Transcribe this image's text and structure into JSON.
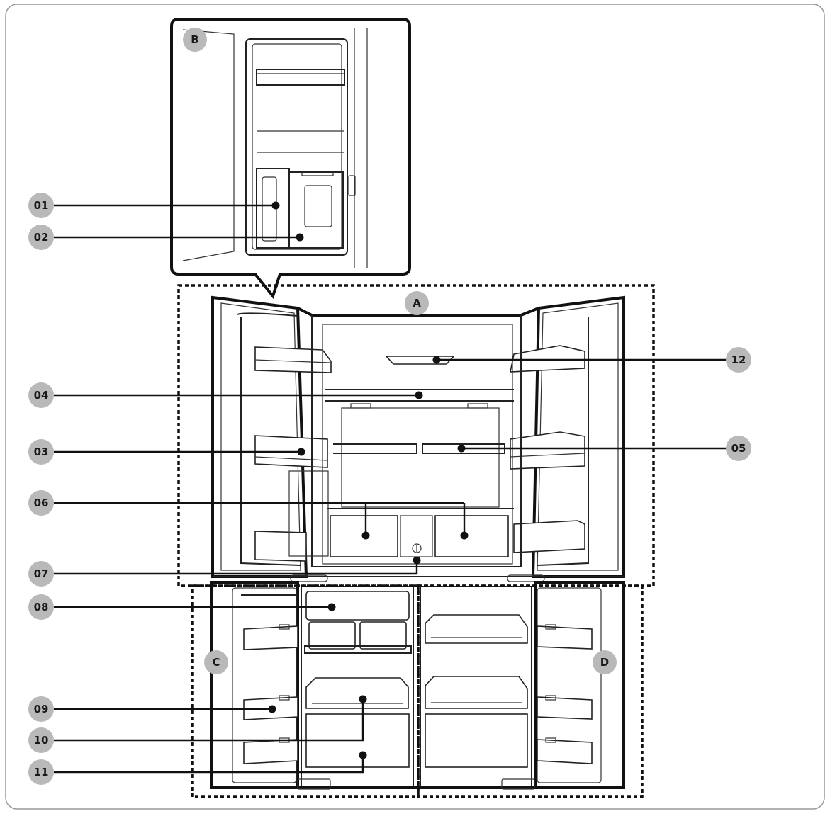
{
  "zones": [
    {
      "id": "zone-a",
      "label": "A"
    },
    {
      "id": "zone-b",
      "label": "B"
    },
    {
      "id": "zone-c",
      "label": "C"
    },
    {
      "id": "zone-d",
      "label": "D"
    }
  ],
  "callouts": [
    {
      "id": "01",
      "label": "01"
    },
    {
      "id": "02",
      "label": "02"
    },
    {
      "id": "03",
      "label": "03"
    },
    {
      "id": "04",
      "label": "04"
    },
    {
      "id": "05",
      "label": "05"
    },
    {
      "id": "06",
      "label": "06"
    },
    {
      "id": "07",
      "label": "07"
    },
    {
      "id": "08",
      "label": "08"
    },
    {
      "id": "09",
      "label": "09"
    },
    {
      "id": "10",
      "label": "10"
    },
    {
      "id": "11",
      "label": "11"
    },
    {
      "id": "12",
      "label": "12"
    }
  ]
}
